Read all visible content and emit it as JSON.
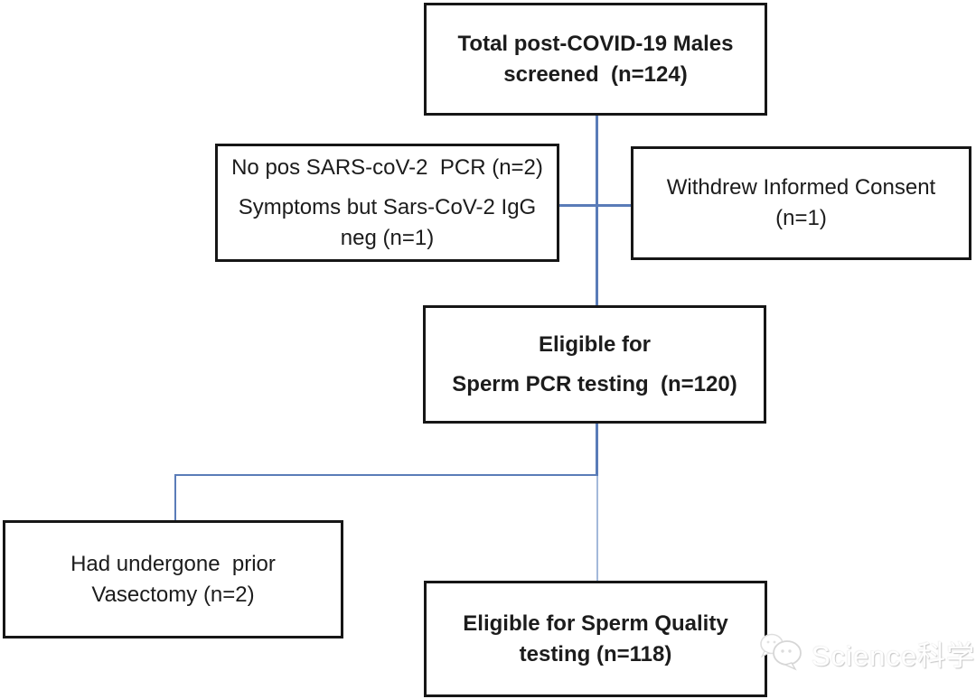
{
  "diagram": {
    "boxes": {
      "total_screened": {
        "paragraphs": [
          [
            "Total post-COVID-19 Males",
            "screened  (n=124)"
          ]
        ]
      },
      "excluded_pcr": {
        "paragraphs": [
          [
            "No pos SARS-coV-2  PCR (n=2)"
          ],
          [
            "Symptoms but Sars-CoV-2 IgG",
            "neg (n=1)"
          ]
        ]
      },
      "withdrew_consent": {
        "paragraphs": [
          [
            "Withdrew Informed Consent",
            "(n=1)"
          ]
        ]
      },
      "eligible_pcr": {
        "paragraphs": [
          [
            "Eligible for"
          ],
          [
            "Sperm PCR testing  (n=120)"
          ]
        ]
      },
      "prior_vasectomy": {
        "paragraphs": [
          [
            "Had undergone  prior",
            "Vasectomy (n=2)"
          ]
        ]
      },
      "eligible_quality": {
        "paragraphs": [
          [
            "Eligible for Sperm Quality",
            "testing (n=118)"
          ]
        ]
      }
    },
    "colors": {
      "connector": "#5a7cb8",
      "connector_light": "#a3b9da",
      "box_border": "#161616",
      "text": "#1c1c1c"
    }
  },
  "watermark": {
    "label": "Science科学"
  }
}
